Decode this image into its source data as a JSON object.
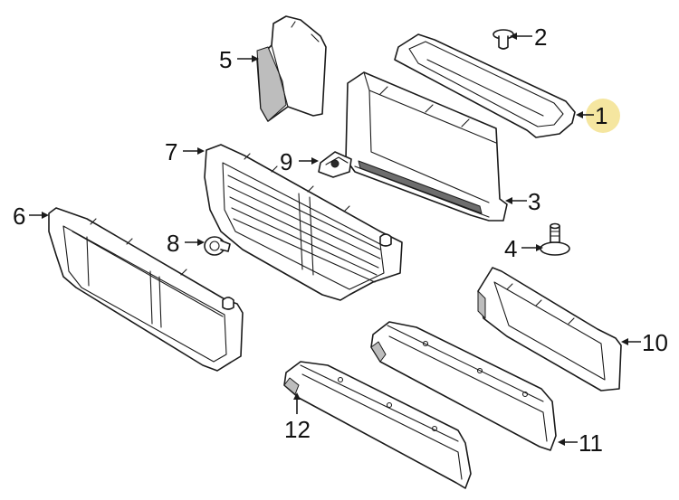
{
  "diagram": {
    "callouts": [
      {
        "id": "1",
        "label": "1"
      },
      {
        "id": "2",
        "label": "2"
      },
      {
        "id": "3",
        "label": "3"
      },
      {
        "id": "4",
        "label": "4"
      },
      {
        "id": "5",
        "label": "5"
      },
      {
        "id": "6",
        "label": "6"
      },
      {
        "id": "7",
        "label": "7"
      },
      {
        "id": "8",
        "label": "8"
      },
      {
        "id": "9",
        "label": "9"
      },
      {
        "id": "10",
        "label": "10"
      },
      {
        "id": "11",
        "label": "11"
      },
      {
        "id": "12",
        "label": "12"
      }
    ],
    "highlight": {
      "callout": "1",
      "color": "#f5e6a0"
    },
    "colors": {
      "line": "#1a1a1a",
      "shade": "#6d6d6d",
      "background": "#ffffff"
    }
  }
}
